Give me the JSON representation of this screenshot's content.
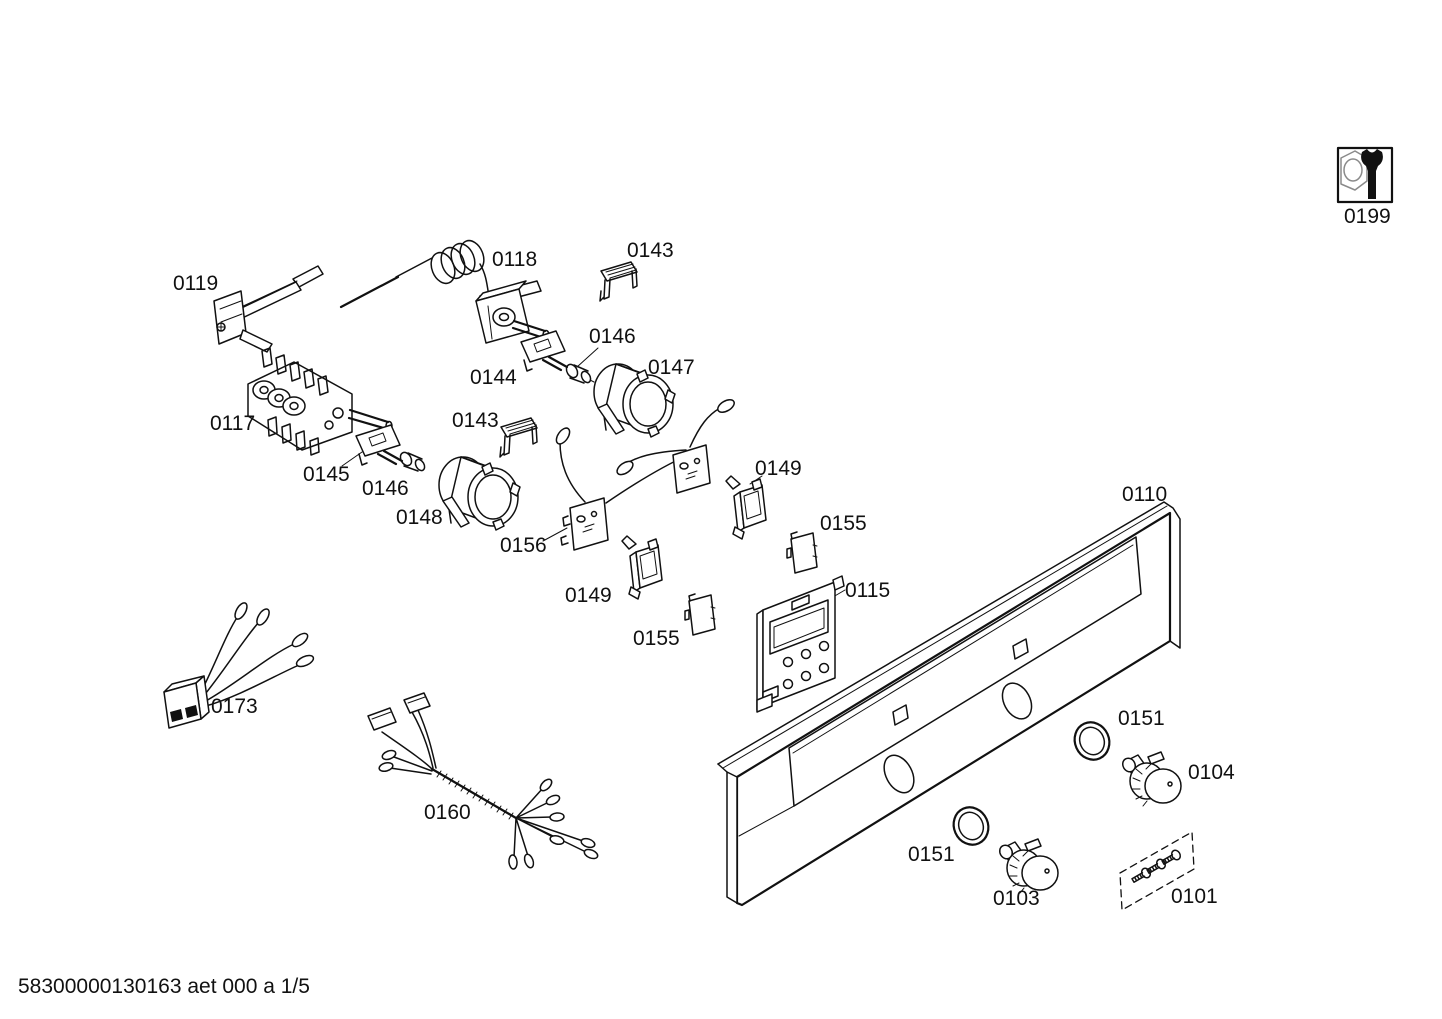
{
  "colors": {
    "background": "#ffffff",
    "line": "#111111",
    "dim_line": "#8a8a8a"
  },
  "footer": {
    "doc_code": "58300000130163 aet 000 a 1/5"
  },
  "legend": {
    "icon": "wrench-service-icon",
    "label": "0199"
  },
  "callouts": [
    {
      "id": "0119",
      "part": "0119"
    },
    {
      "id": "0118",
      "part": "0118"
    },
    {
      "id": "0143-top",
      "part": "0143"
    },
    {
      "id": "0146-a",
      "part": "0146"
    },
    {
      "id": "0147",
      "part": "0147"
    },
    {
      "id": "0144",
      "part": "0144"
    },
    {
      "id": "0117",
      "part": "0117"
    },
    {
      "id": "0143-mid",
      "part": "0143"
    },
    {
      "id": "0145",
      "part": "0145"
    },
    {
      "id": "0146-b",
      "part": "0146"
    },
    {
      "id": "0148",
      "part": "0148"
    },
    {
      "id": "0156",
      "part": "0156"
    },
    {
      "id": "0149-right",
      "part": "0149"
    },
    {
      "id": "0155-right",
      "part": "0155"
    },
    {
      "id": "0110",
      "part": "0110"
    },
    {
      "id": "0115",
      "part": "0115"
    },
    {
      "id": "0149-left",
      "part": "0149"
    },
    {
      "id": "0155-left",
      "part": "0155"
    },
    {
      "id": "0173",
      "part": "0173"
    },
    {
      "id": "0160",
      "part": "0160"
    },
    {
      "id": "0151-top",
      "part": "0151"
    },
    {
      "id": "0104",
      "part": "0104"
    },
    {
      "id": "0151-bottom",
      "part": "0151"
    },
    {
      "id": "0103",
      "part": "0103"
    },
    {
      "id": "0101",
      "part": "0101"
    }
  ]
}
